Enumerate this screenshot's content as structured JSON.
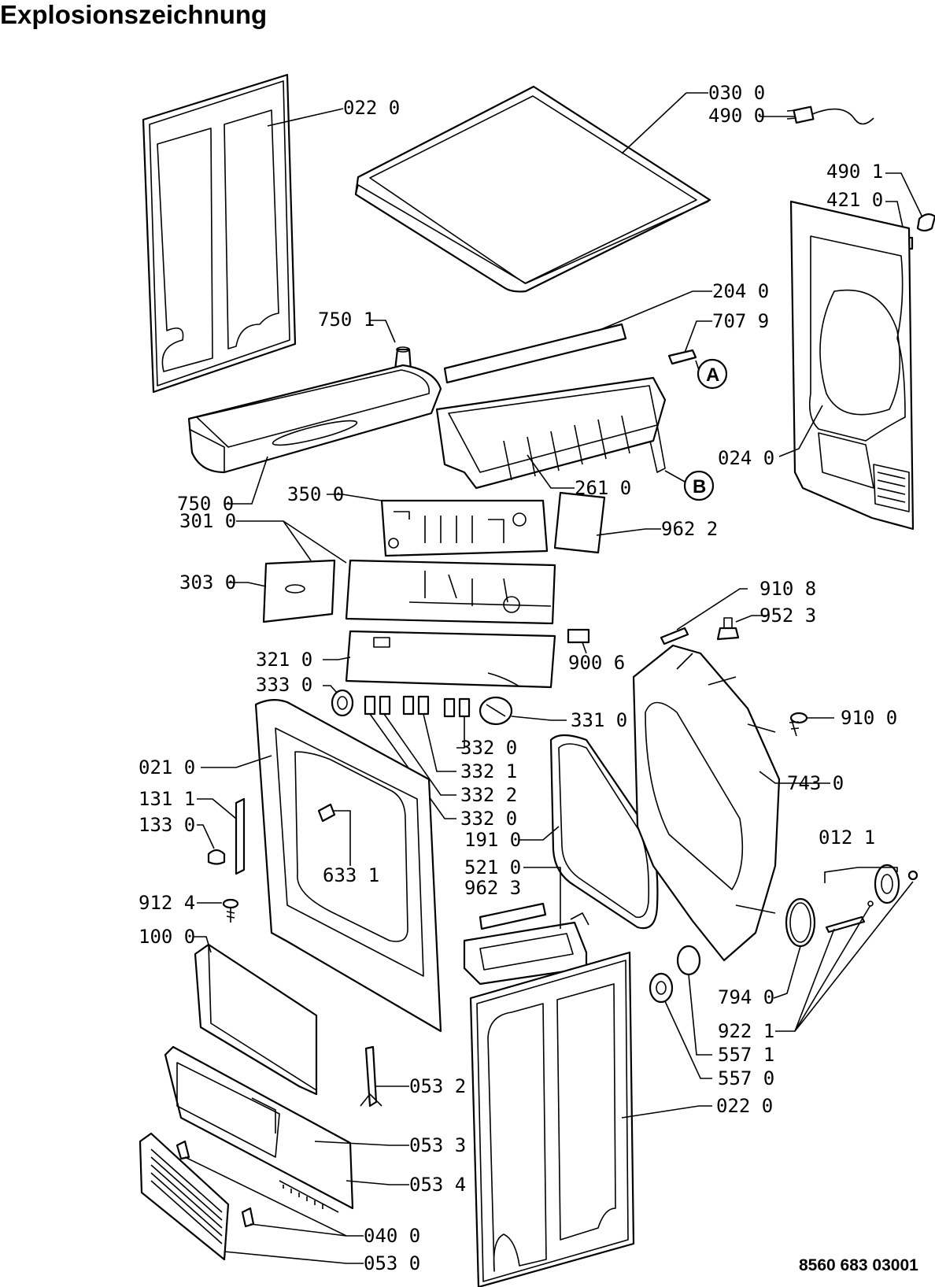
{
  "title": "Explosionszeichnung",
  "document_number": "8560 683 03001",
  "callouts": {
    "top_panel": "030 0",
    "power_cord": "490 0",
    "cord_part": "490 1",
    "cord_clip": "421 0",
    "side_panel_left": "022 0",
    "side_panel_right": "022 0",
    "rear_panel": "024 0",
    "water_container_cap": "750 1",
    "water_container": "750 0",
    "seal_strip": "204 0",
    "pump_part": "707 9",
    "container_housing": "261 0",
    "electronic_board": "350 0",
    "control_panel": "301 0",
    "drawer_cover": "303 0",
    "board_cover": "962 2",
    "screw": "910 8",
    "foot": "952 3",
    "connector": "900 6",
    "panel_fascia": "321 0",
    "knob_spindle": "333 0",
    "program_knob": "331 0",
    "button_a": "332 0",
    "button_b": "332 1",
    "button_c": "332 2",
    "button_d": "332 0",
    "front_panel": "021 0",
    "door_seal": "191 0",
    "hinge": "131 1",
    "hinge_pin": "133 0",
    "door_lock": "633 1",
    "motor_shield": "743 0",
    "screw_rear": "910 0",
    "fan_set": "012 1",
    "filter_module": "521 0",
    "module_cover": "962 3",
    "belt": "794 0",
    "gasket": "922 1",
    "bearing_ring": "557 1",
    "bearing": "557 0",
    "screw_door": "912 4",
    "door": "100 0",
    "lower_frame": "053 2",
    "bracket": "053 3",
    "kick_panel": "053 4",
    "clip": "040 0",
    "grille": "053 0"
  },
  "markers": {
    "a": "A",
    "b": "B"
  }
}
